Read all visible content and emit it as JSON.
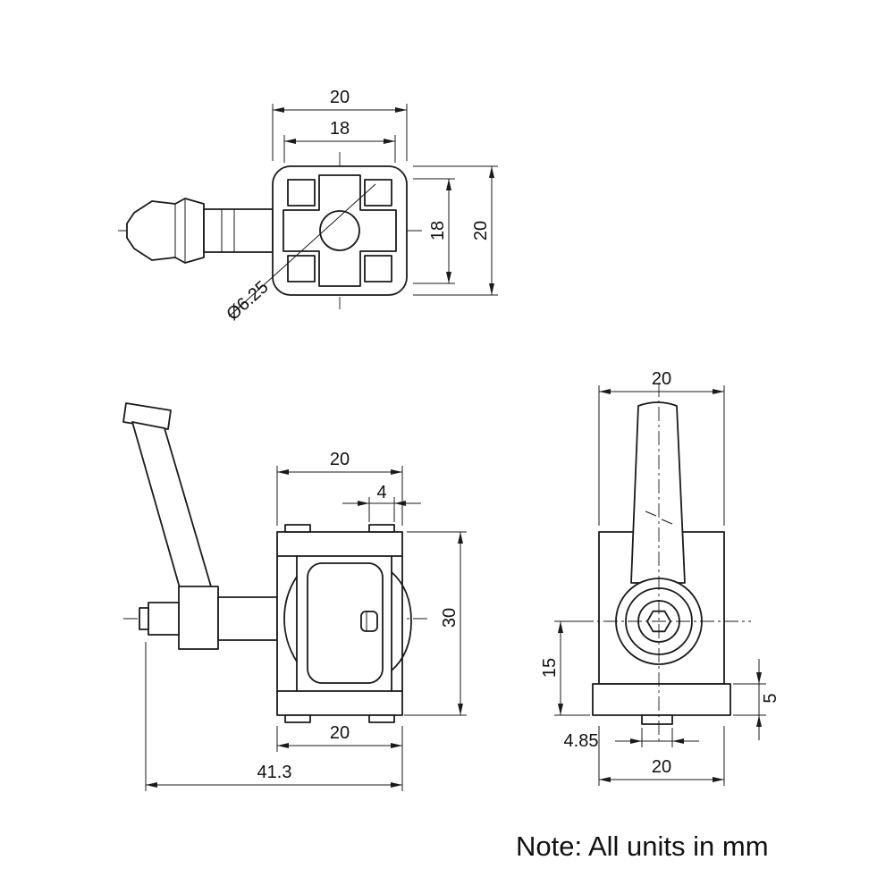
{
  "note": "Note: All units in mm",
  "colors": {
    "line": "#1a1a1a",
    "background": "#ffffff"
  },
  "dims": {
    "top_view": {
      "outer_width": "20",
      "inner_width": "18",
      "inner_height": "18",
      "outer_height": "20",
      "bore_diameter": "Ø6.25"
    },
    "front_view": {
      "top_width": "20",
      "slot_width": "4",
      "body_height": "30",
      "bottom_width": "20",
      "overall_length": "41.3"
    },
    "side_view": {
      "top_width": "20",
      "center_to_base": "15",
      "flange_height": "5",
      "tab_width": "4.85",
      "bottom_width": "20"
    }
  }
}
